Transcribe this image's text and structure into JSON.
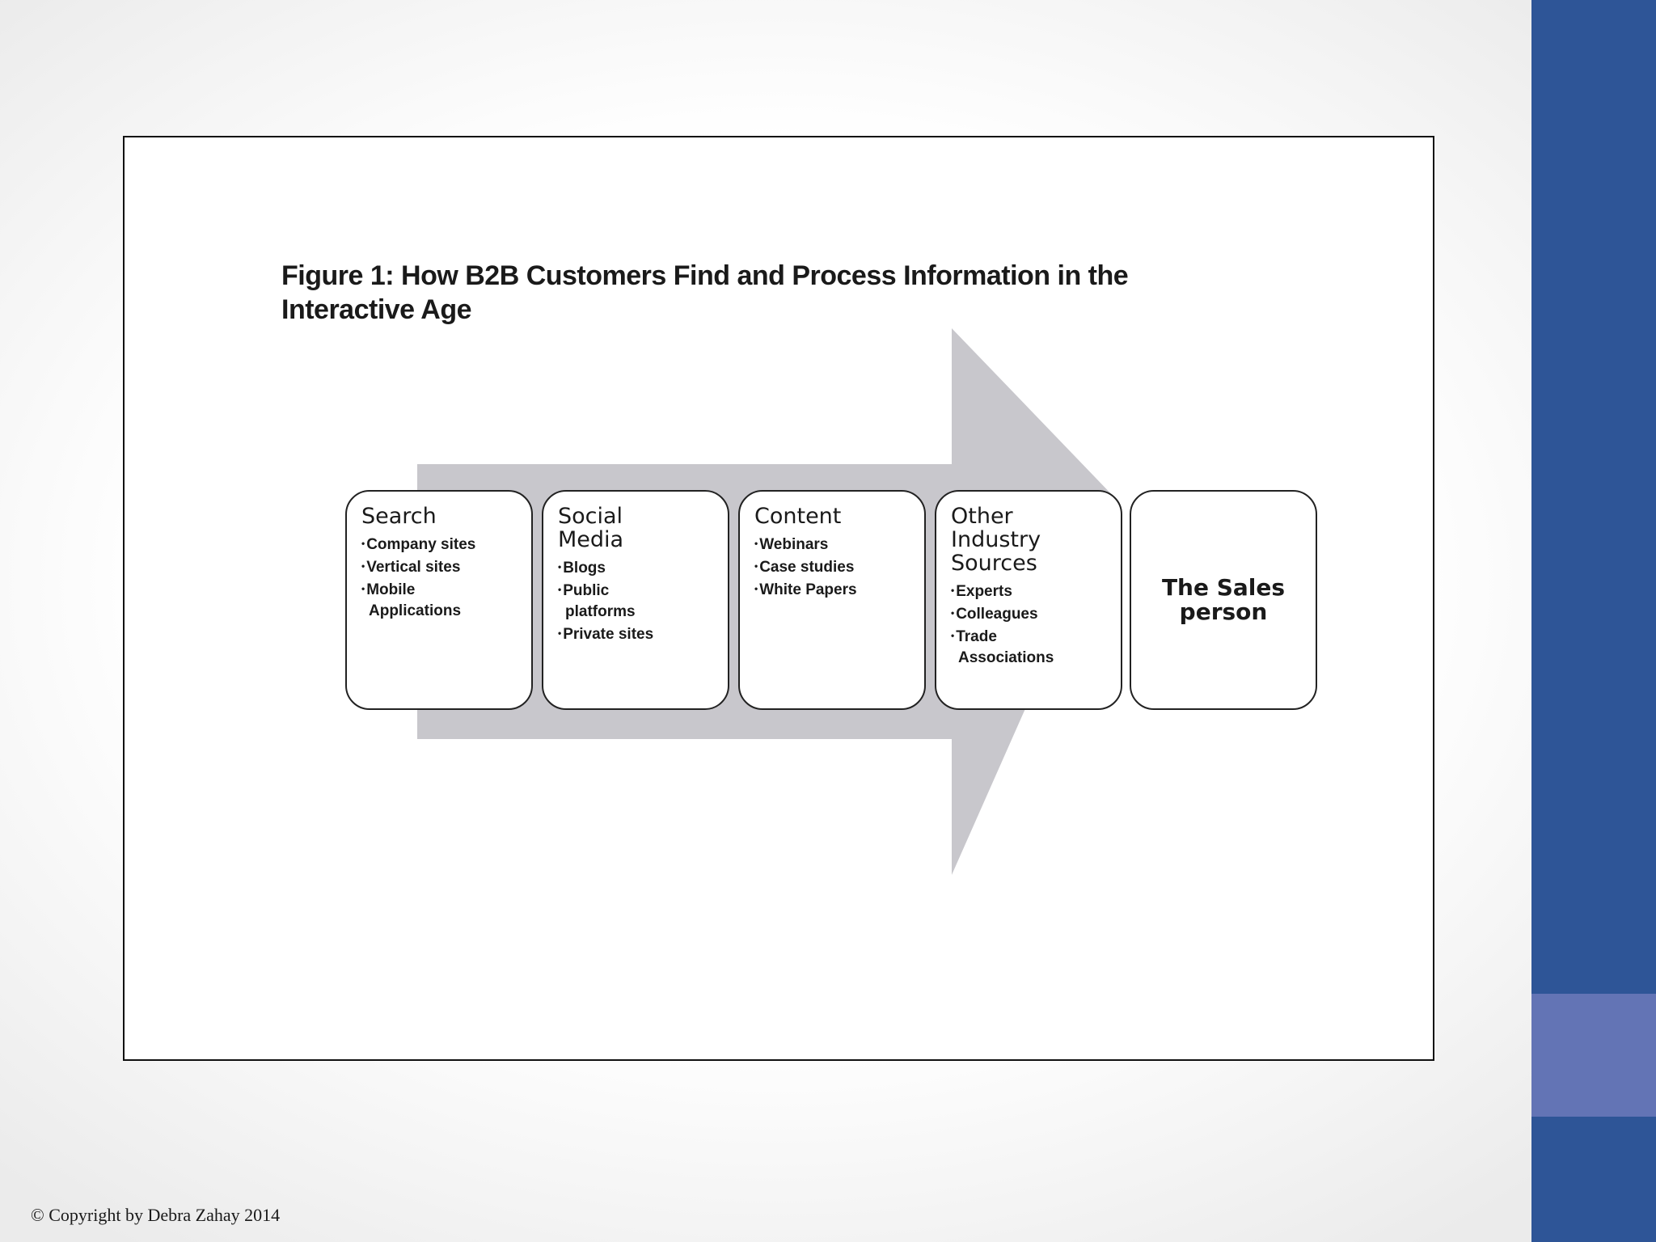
{
  "slide": {
    "figure_title": "Figure 1:  How B2B Customers Find and Process Information in the Interactive Age",
    "copyright": "© Copyright by Debra Zahay 2014",
    "colors": {
      "sidebar": "#2e5597",
      "sidebar_accent": "#6374b5",
      "arrow": "#c8c7cc"
    }
  },
  "stages": [
    {
      "heading": "Search",
      "items": [
        "Company  sites",
        "Vertical  sites",
        "Mobile\nApplications"
      ]
    },
    {
      "heading": "Social\nMedia",
      "items": [
        "Blogs",
        "Public\nplatforms",
        "Private sites"
      ]
    },
    {
      "heading": "Content",
      "items": [
        "Webinars",
        "Case  studies",
        "White  Papers"
      ]
    },
    {
      "heading": "Other\nIndustry\nSources",
      "items": [
        "Experts",
        "Colleagues",
        "Trade\nAssociations"
      ]
    },
    {
      "heading": "The Sales\nperson",
      "items": []
    }
  ]
}
